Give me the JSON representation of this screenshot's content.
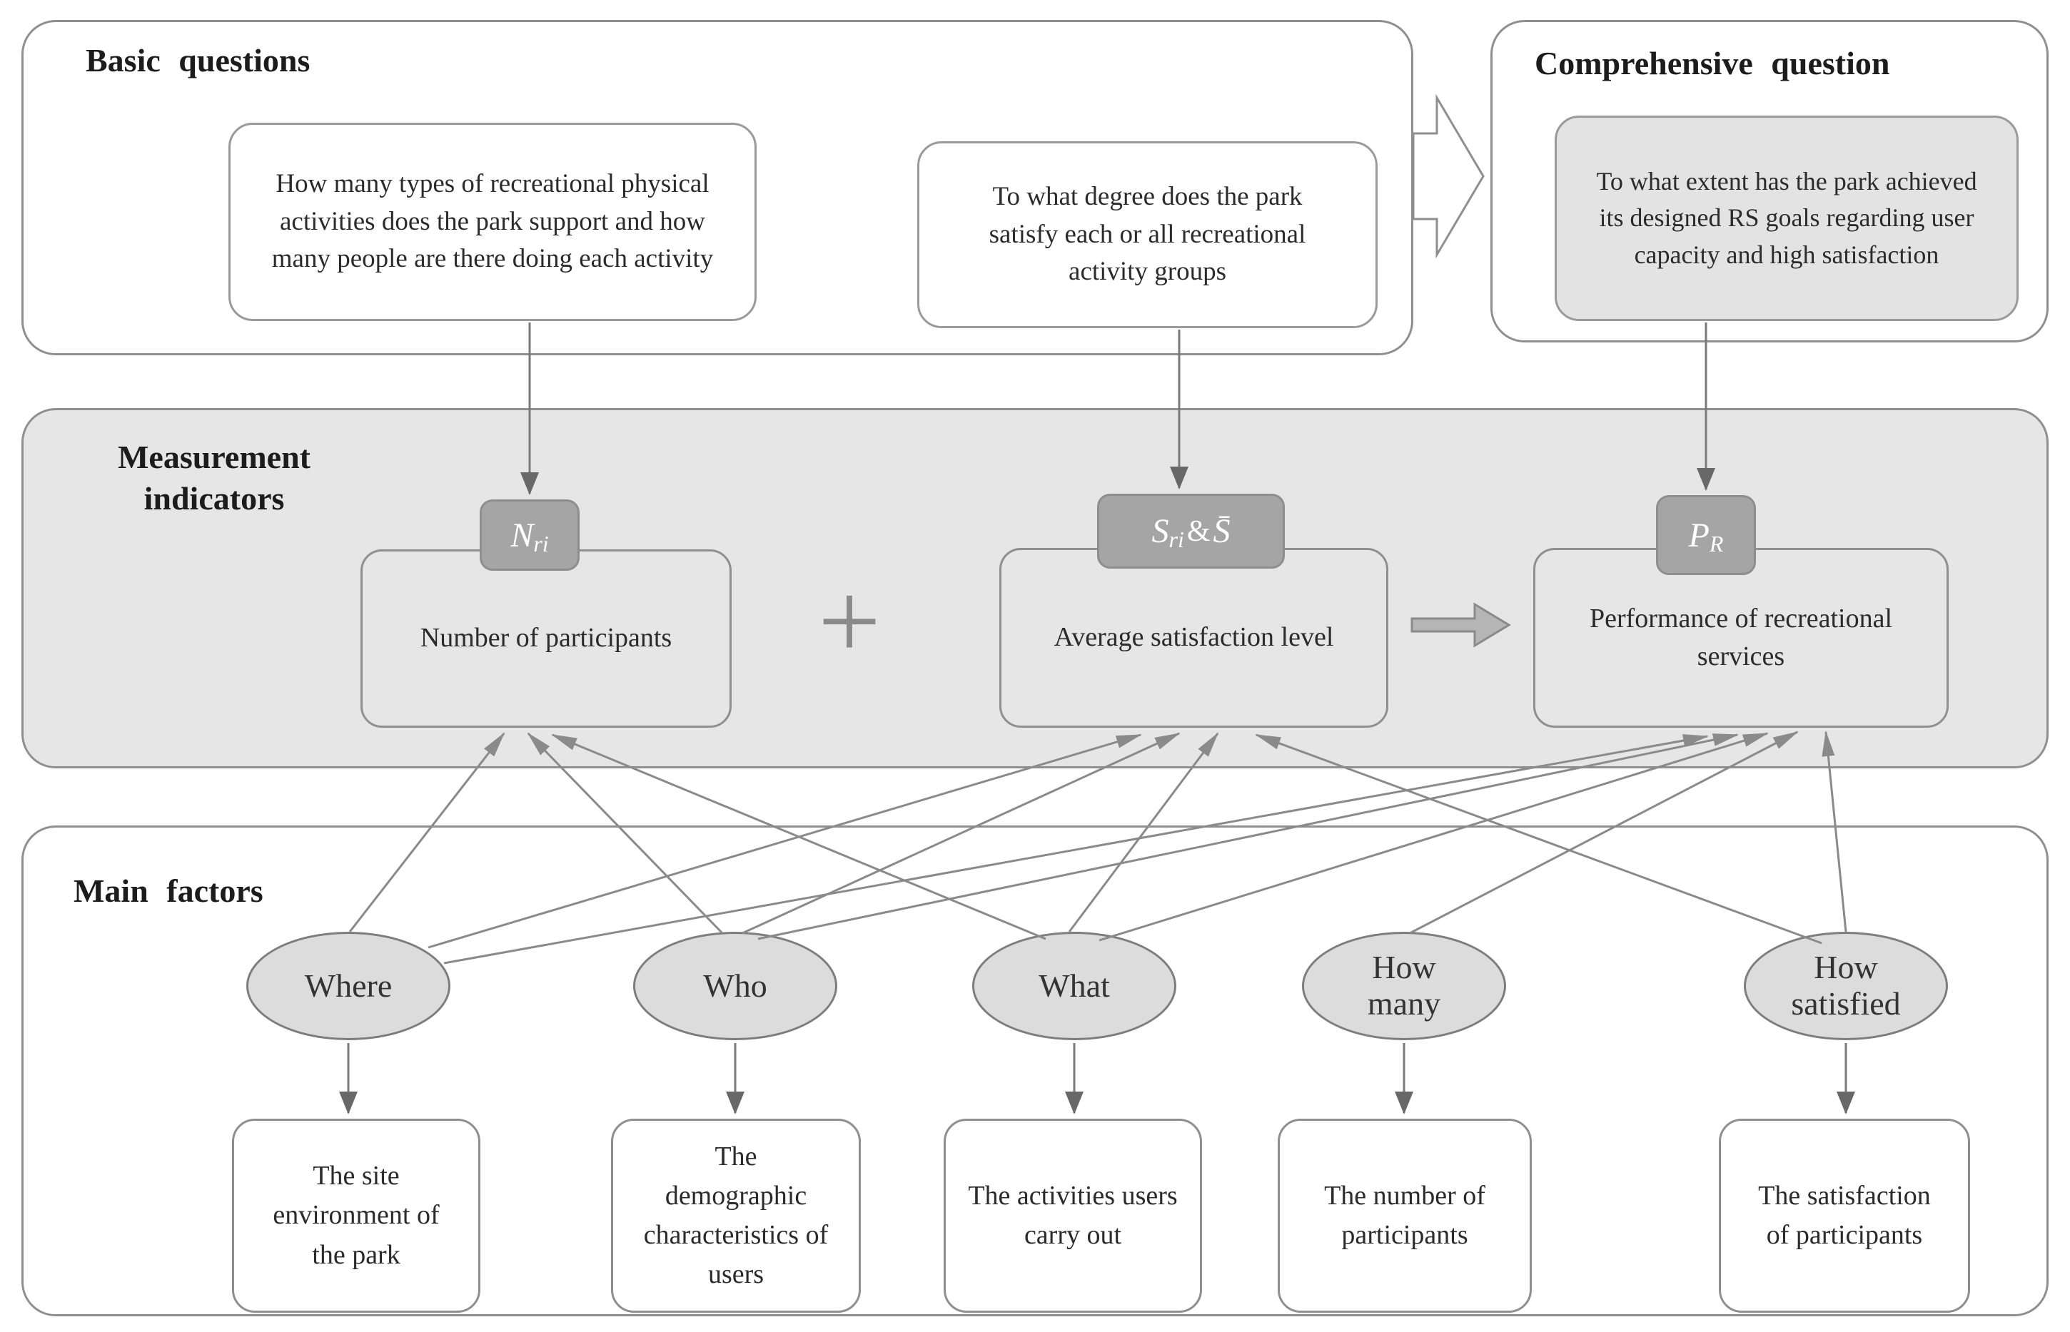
{
  "sections": {
    "basic": {
      "title": "Basic questions"
    },
    "comprehensive": {
      "title": "Comprehensive question"
    },
    "measurement": {
      "title_line1": "Measurement",
      "title_line2": "indicators"
    }
  },
  "questions": {
    "q1": "How many types of recreational physical activities does the park support and how many people are there doing each activity",
    "q2": "To what degree does the park satisfy each or all recreational activity groups",
    "q3": "To what extent has the park achieved its designed RS goals regarding user capacity and high satisfaction"
  },
  "indicators": {
    "n": {
      "badge_base": "N",
      "badge_sub": "ri",
      "label": "Number of participants"
    },
    "s": {
      "badge_base": "S",
      "badge_sub": "ri",
      "badge_join": " & ",
      "badge_bar": "S̄",
      "label": "Average satisfaction level"
    },
    "p": {
      "badge_base": "P",
      "badge_sub": "R",
      "label": "Performance of recreational services"
    }
  },
  "operators": {
    "plus": "+"
  },
  "factors": {
    "title": "Main factors",
    "items": [
      {
        "label": "Where",
        "desc": "The site environment of the park"
      },
      {
        "label": "Who",
        "desc": "The demographic characteristics of users"
      },
      {
        "label": "What",
        "desc": "The activities users carry out"
      },
      {
        "label": "How many",
        "desc": "The number of participants"
      },
      {
        "label": "How satisfied",
        "desc": "The satisfaction of participants"
      }
    ]
  },
  "edges": {
    "question_to_indicator": [
      {
        "from": "q1",
        "to": "Nri"
      },
      {
        "from": "q2",
        "to": "Sri & S̄"
      },
      {
        "from": "q3",
        "to": "PR"
      }
    ],
    "factor_to_indicator": [
      {
        "from": "Where",
        "to": "Number of participants"
      },
      {
        "from": "Who",
        "to": "Number of participants"
      },
      {
        "from": "What",
        "to": "Number of participants"
      },
      {
        "from": "Where",
        "to": "Average satisfaction level"
      },
      {
        "from": "Who",
        "to": "Average satisfaction level"
      },
      {
        "from": "What",
        "to": "Average satisfaction level"
      },
      {
        "from": "How satisfied",
        "to": "Average satisfaction level"
      },
      {
        "from": "Where",
        "to": "Performance of recreational services"
      },
      {
        "from": "Who",
        "to": "Performance of recreational services"
      },
      {
        "from": "What",
        "to": "Performance of recreational services"
      },
      {
        "from": "How many",
        "to": "Performance of recreational services"
      },
      {
        "from": "How satisfied",
        "to": "Performance of recreational services"
      }
    ],
    "factor_to_description": [
      {
        "from": "Where",
        "to": "The site environment of the park"
      },
      {
        "from": "Who",
        "to": "The demographic characteristics of users"
      },
      {
        "from": "What",
        "to": "The activities users carry out"
      },
      {
        "from": "How many",
        "to": "The number of participants"
      },
      {
        "from": "How satisfied",
        "to": "The satisfaction of participants"
      }
    ],
    "section_flow": [
      {
        "from": "Basic questions",
        "to": "Comprehensive question"
      },
      {
        "from": "Number of participants + Average satisfaction level",
        "to": "Performance of recreational services"
      }
    ]
  },
  "colors": {
    "band_fill": "#e6e6e6",
    "node_fill": "#dcdcdc",
    "badge_fill": "#a5a5a5",
    "highlight_question_fill": "#e3e3e3",
    "line": "#8a8a8a",
    "border": "#8f8f8f"
  }
}
